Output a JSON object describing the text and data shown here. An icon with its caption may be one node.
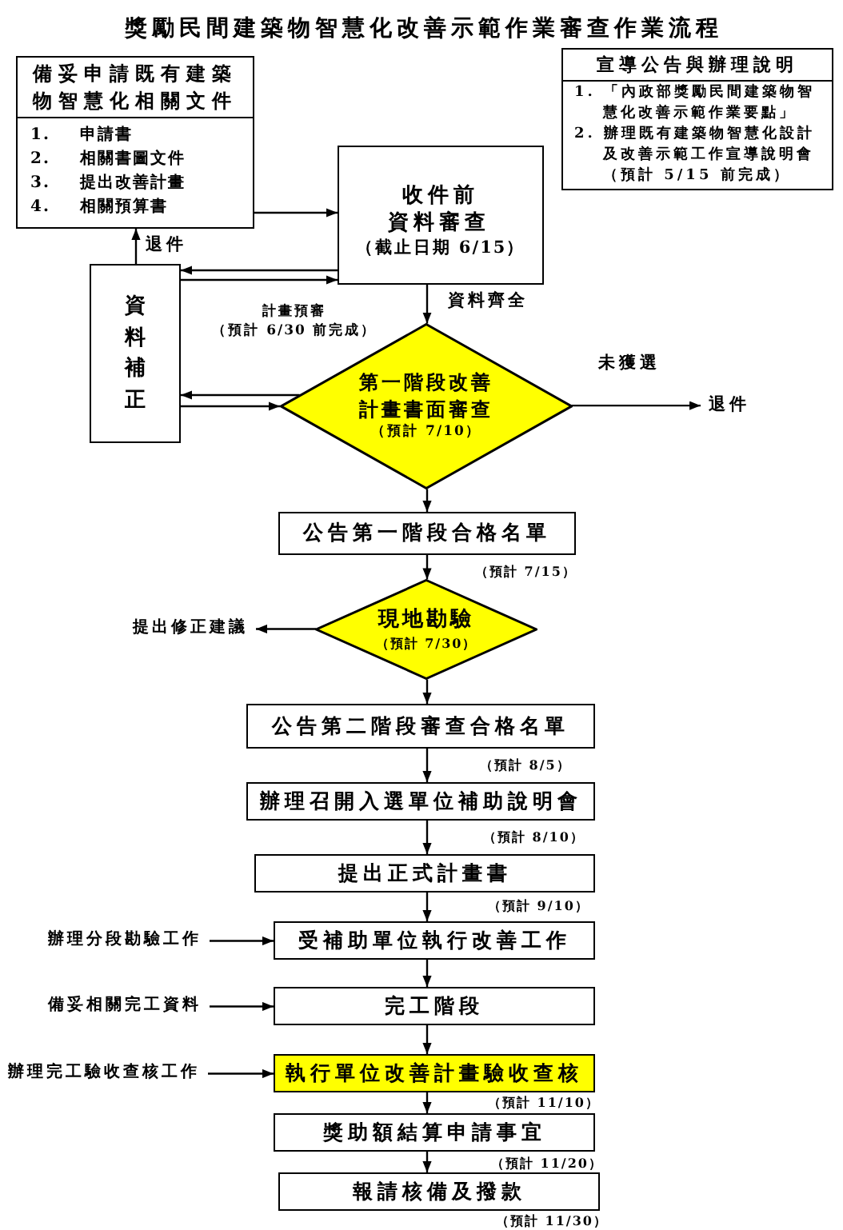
{
  "diagram": {
    "title": "獎勵民間建築物智慧化改善示範作業審查作業流程",
    "nodes": [
      {
        "text": [
          "備妥申請既有建築物智慧化相關文件",
          "1. 申請書",
          "2. 相關書圖文件",
          "3. 提出改善計畫",
          "4. 相關預算書"
        ]
      },
      {
        "text": [
          "宣導公告與辦理說明",
          "1. 「內政部獎勵民間建築物智慧化改善示範作業要點」",
          "2. 辦理既有建築物智慧化設計及改善示範工作宣導說明會（預計 5/15 前完成）"
        ]
      },
      {
        "text": [
          "收件前資料審查",
          "（截止日期 6/15）"
        ]
      },
      {
        "text": [
          "資料補正"
        ]
      },
      {
        "text": [
          "第一階段改善計畫書面審查",
          "（預計 7/10）"
        ]
      },
      {
        "text": [
          "公告第一階段合格名單"
        ],
        "beside": [
          "（預計 7/15）"
        ]
      },
      {
        "text": [
          "現地勘驗",
          "（預計 7/30）"
        ]
      },
      {
        "text": [
          "公告第二階段審查合格名單"
        ],
        "beside": [
          "（預計 8/5）"
        ]
      },
      {
        "text": [
          "辦理召開入選單位補助說明會"
        ],
        "beside": [
          "（預計 8/10）"
        ]
      },
      {
        "text": [
          "提出正式計畫書"
        ],
        "beside": [
          "（預計 9/10）"
        ]
      },
      {
        "text": [
          "受補助單位執行改善工作"
        ]
      },
      {
        "text": [
          "完工階段"
        ]
      },
      {
        "text": [
          "執行單位改善計畫驗收查核"
        ],
        "beside": [
          "（預計 11/10）"
        ]
      },
      {
        "text": [
          "獎助額結算申請事宜"
        ],
        "beside": [
          "（預計 11/20）"
        ]
      },
      {
        "text": [
          "報請核備及撥款"
        ],
        "beside": [
          "（預計 11/30）"
        ]
      },
      {
        "text": [
          "退件"
        ]
      },
      {
        "text": [
          "提出修正建議"
        ]
      },
      {
        "text": [
          "辦理分段勘驗工作"
        ]
      },
      {
        "text": [
          "備妥相關完工資料"
        ]
      },
      {
        "text": [
          "辦理完工驗收查核工作"
        ]
      }
    ],
    "edges": [
      {
        "from": 0,
        "to": 2,
        "arrow": "to"
      },
      {
        "from": 3,
        "to": 0,
        "arrow": "to",
        "label": "退件"
      },
      {
        "from": 2,
        "to": 3,
        "arrow": "to"
      },
      {
        "from": 3,
        "to": 2,
        "arrow": "to"
      },
      {
        "from": 2,
        "to": 4,
        "arrow": "to",
        "label": "資料齊全"
      },
      {
        "from": 4,
        "to": 3,
        "arrow": "to",
        "label": "計畫預審（預計 6/30 前完成）"
      },
      {
        "from": 3,
        "to": 4,
        "arrow": "to"
      },
      {
        "from": 4,
        "to": 15,
        "arrow": "to",
        "label": "未獲選"
      },
      {
        "from": 4,
        "to": 5,
        "arrow": "to"
      },
      {
        "from": 5,
        "to": 6,
        "arrow": "to"
      },
      {
        "from": 6,
        "to": 16,
        "arrow": "to"
      },
      {
        "from": 6,
        "to": 7,
        "arrow": "to"
      },
      {
        "from": 7,
        "to": 8,
        "arrow": "to"
      },
      {
        "from": 8,
        "to": 9,
        "arrow": "to"
      },
      {
        "from": 9,
        "to": 10,
        "arrow": "to"
      },
      {
        "from": 17,
        "to": 10,
        "arrow": "to"
      },
      {
        "from": 10,
        "to": 11,
        "arrow": "to"
      },
      {
        "from": 18,
        "to": 11,
        "arrow": "to"
      },
      {
        "from": 11,
        "to": 12,
        "arrow": "to"
      },
      {
        "from": 19,
        "to": 12,
        "arrow": "to"
      },
      {
        "from": 12,
        "to": 13,
        "arrow": "to"
      },
      {
        "from": 13,
        "to": 14,
        "arrow": "to"
      }
    ]
  }
}
